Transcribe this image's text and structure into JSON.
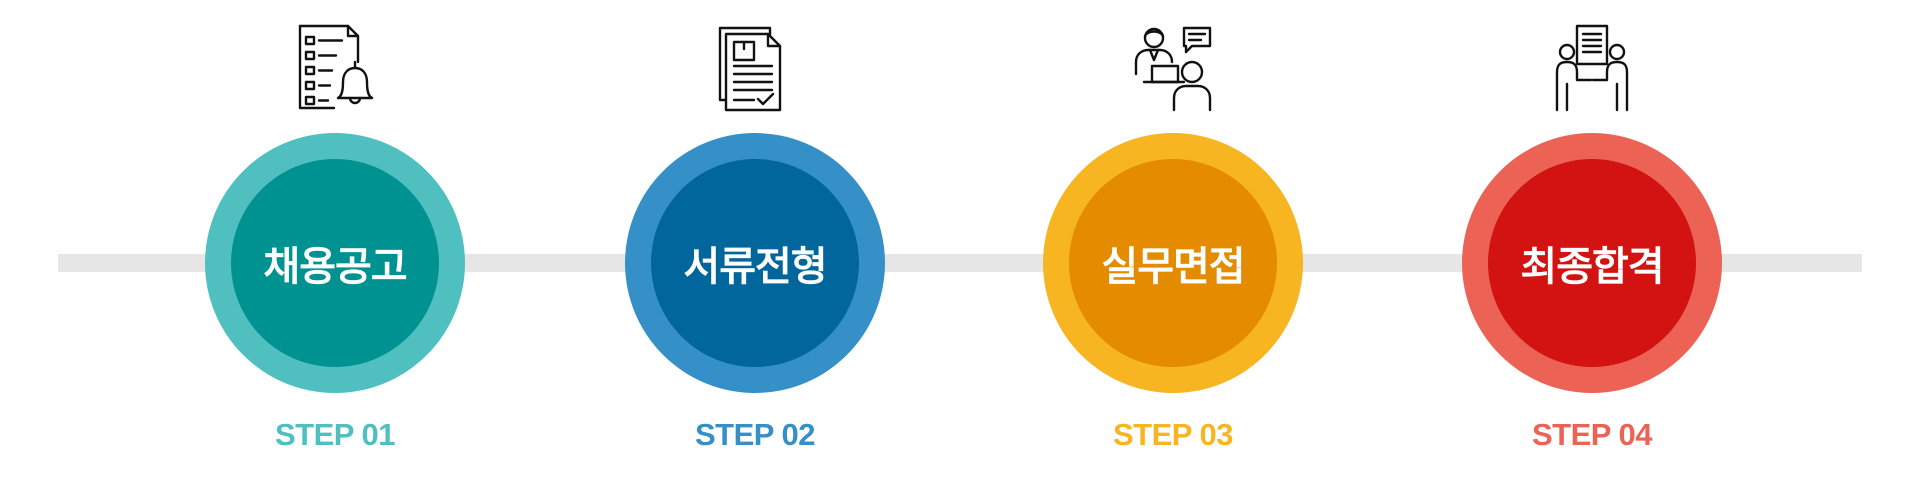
{
  "steps": [
    {
      "title": "채용공고",
      "step_label": "STEP 01",
      "icon": "job-posting-bell-icon",
      "colors": {
        "outer": "#4fbfbf",
        "inner": "#009290",
        "label": "#4fbfbf"
      }
    },
    {
      "title": "서류전형",
      "step_label": "STEP 02",
      "icon": "document-screening-icon",
      "colors": {
        "outer": "#3590c8",
        "inner": "#00669c",
        "label": "#3590c8"
      }
    },
    {
      "title": "실무면접",
      "step_label": "STEP 03",
      "icon": "interview-icon",
      "colors": {
        "outer": "#f6b521",
        "inner": "#e48b00",
        "label": "#f6b521"
      }
    },
    {
      "title": "최종합격",
      "step_label": "STEP 04",
      "icon": "handshake-contract-icon",
      "colors": {
        "outer": "#ec6355",
        "inner": "#d31212",
        "label": "#ec6355"
      }
    }
  ],
  "track_color": "#e6e6e6"
}
